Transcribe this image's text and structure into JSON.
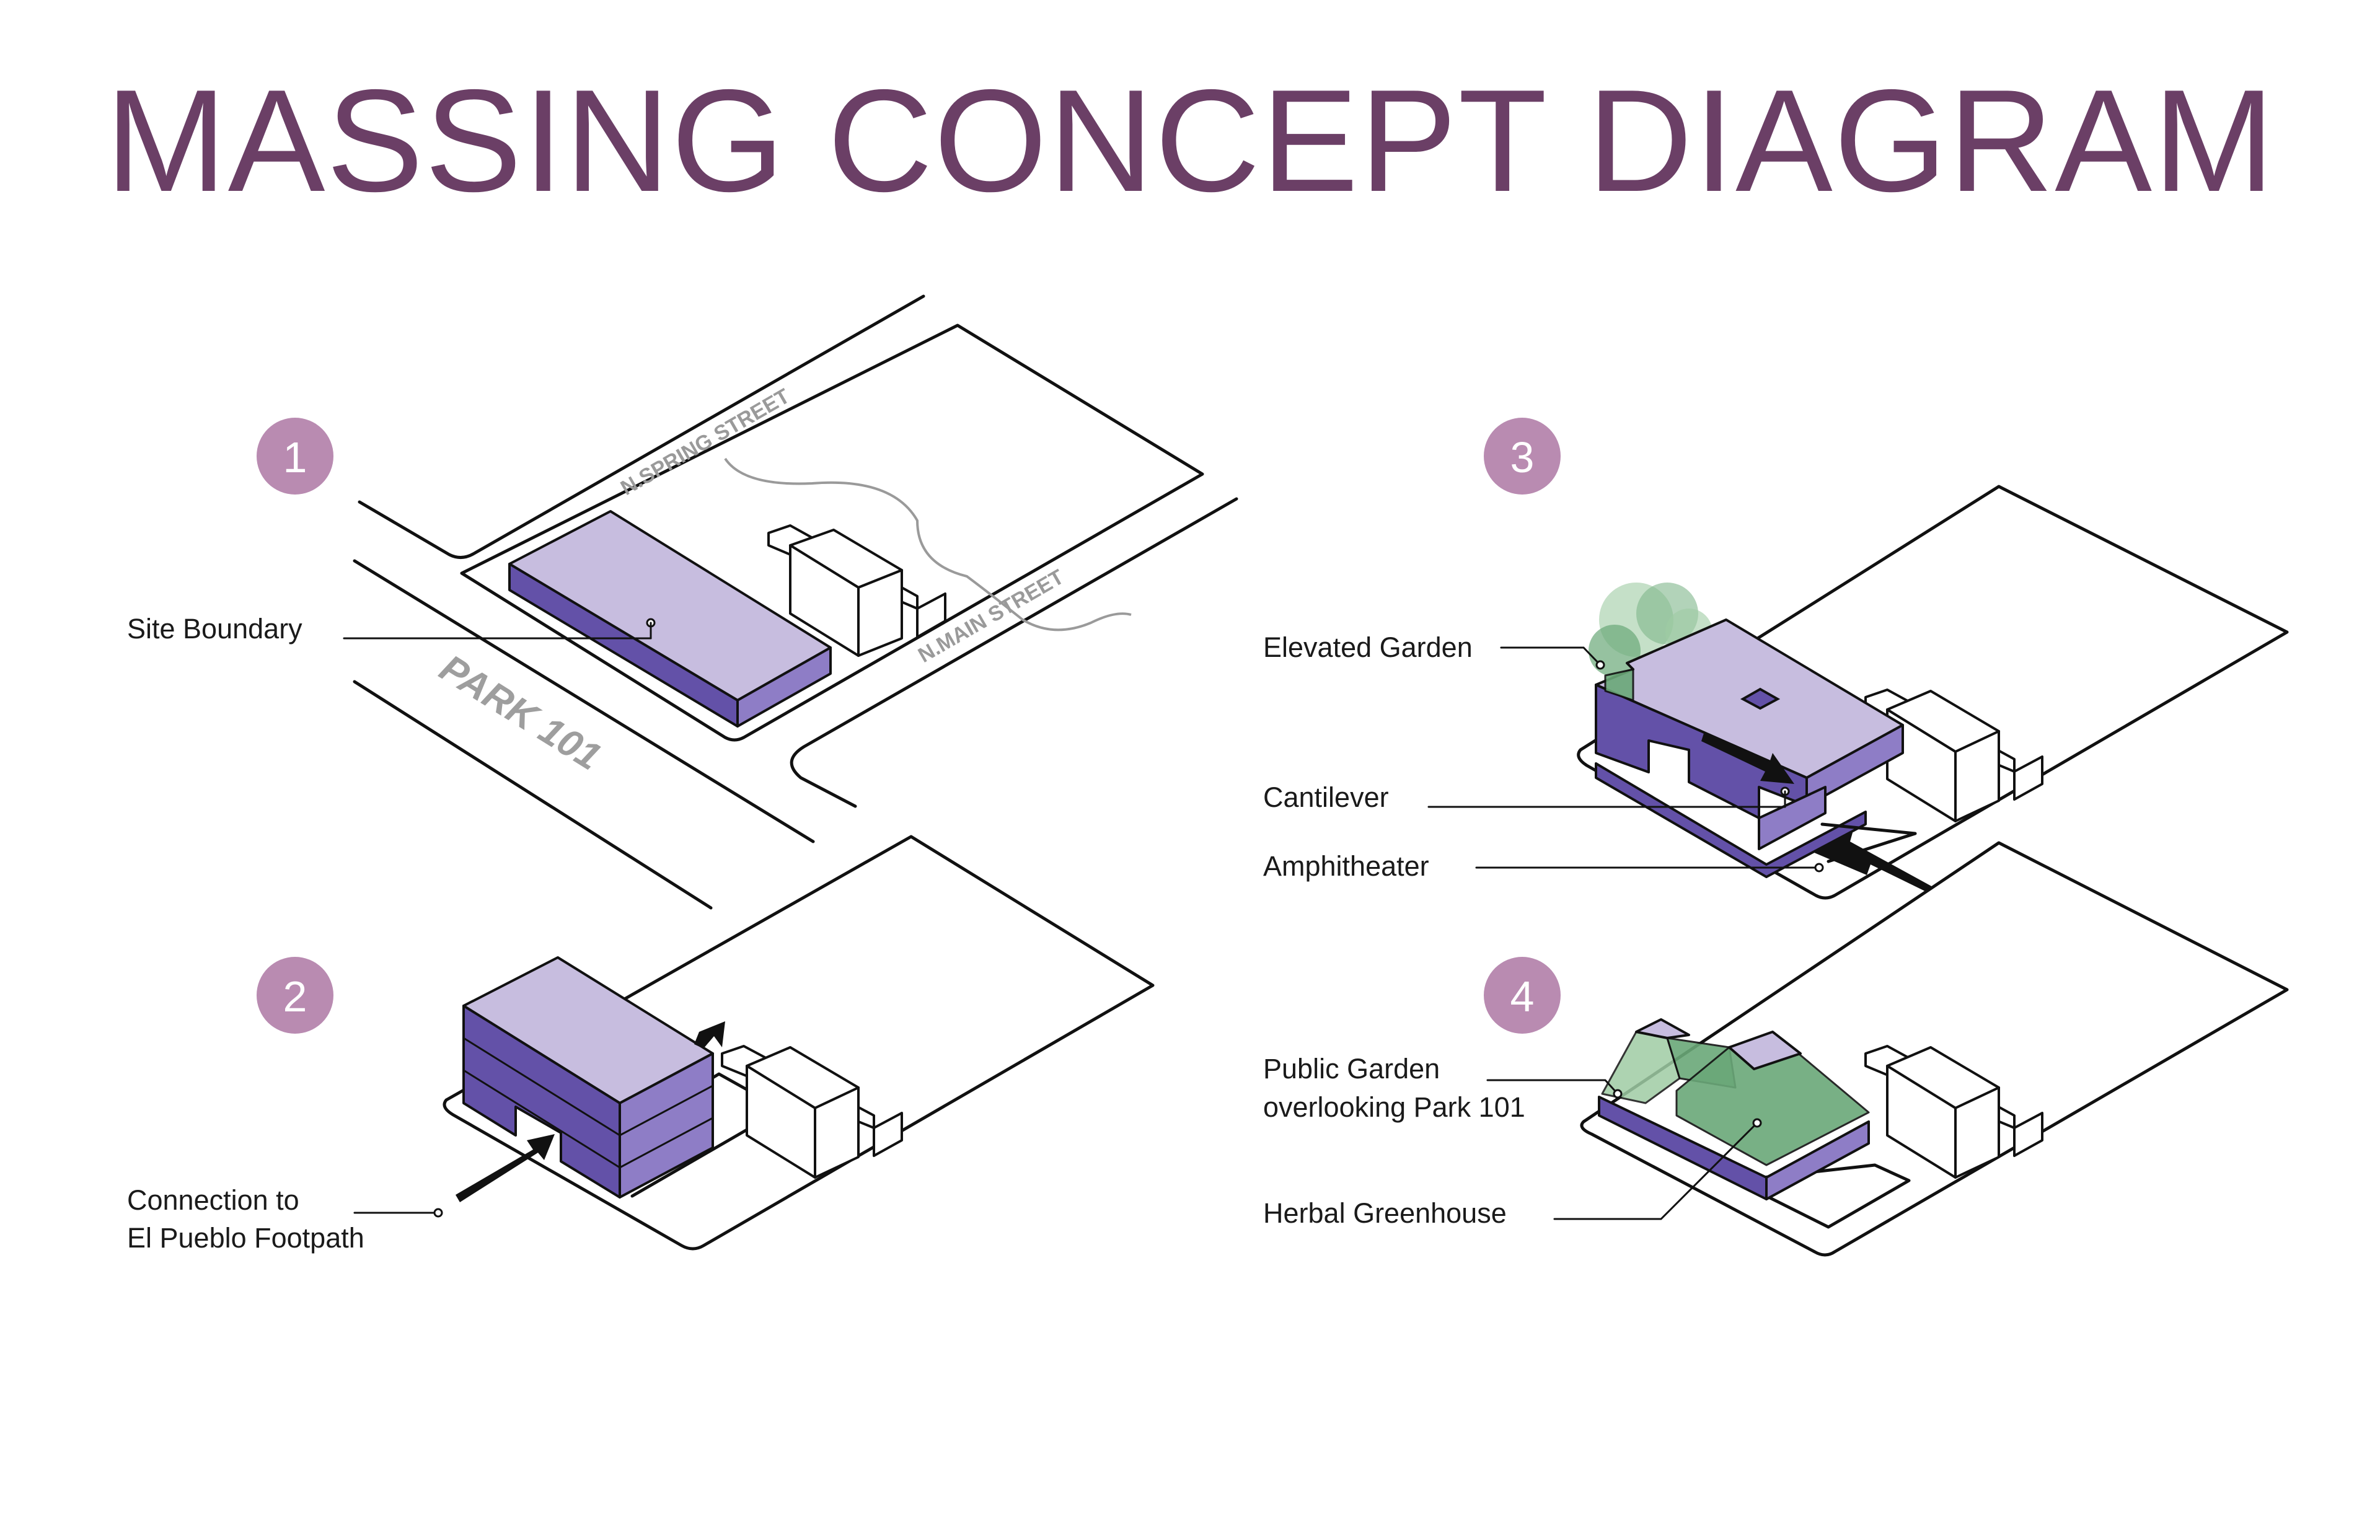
{
  "title": "MASSING CONCEPT DIAGRAM",
  "colors": {
    "title": "#6b3f66",
    "badge": "#b98bb1",
    "mass_top": "#c7bddf",
    "mass_left": "#6351a8",
    "mass_right": "#8e7dc6",
    "vegetation": "#6aa878"
  },
  "steps": [
    {
      "number": "1",
      "labels": [
        "Site Boundary"
      ]
    },
    {
      "number": "2",
      "labels": [
        "Connection to",
        "El Pueblo Footpath"
      ]
    },
    {
      "number": "3",
      "labels": [
        "Elevated Garden",
        "Cantilever",
        "Amphitheater"
      ]
    },
    {
      "number": "4",
      "labels": [
        "Public Garden",
        "overlooking Park 101",
        "Herbal Greenhouse"
      ]
    }
  ],
  "streets": {
    "spring": "N.SPRING STREET",
    "main": "N.MAIN STREET",
    "park": "PARK 101"
  }
}
